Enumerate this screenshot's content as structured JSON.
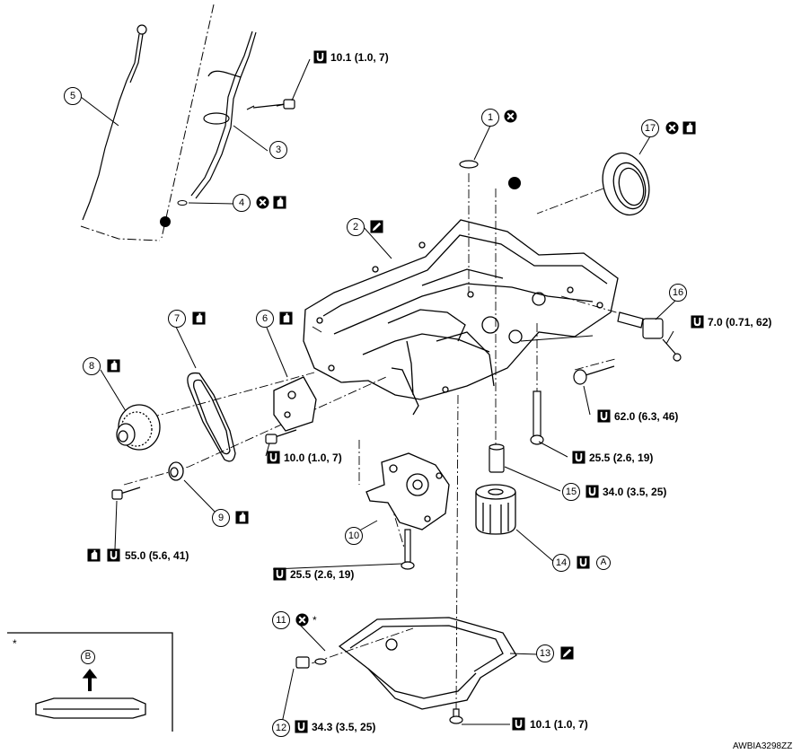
{
  "callouts": {
    "c1": "1",
    "c2": "2",
    "c3": "3",
    "c4": "4",
    "c5": "5",
    "c6": "6",
    "c7": "7",
    "c8": "8",
    "c9": "9",
    "c10": "10",
    "c11": "11",
    "c12": "12",
    "c13": "13",
    "c14": "14",
    "c15": "15",
    "c16": "16",
    "c17": "17"
  },
  "torques": {
    "t_tube_bolt": "10.1 (1.0, 7)",
    "t_sensor_bolt": "7.0 (0.71, 62)",
    "t_pan_bolt_long": "62.0 (6.3, 46)",
    "t_pan_bolt_upper": "25.5 (2.6, 19)",
    "t_connector": "34.0 (3.5, 25)",
    "t_bracket_bolt": "10.0 (1.0, 7)",
    "t_sprocket_bolt": "55.0 (5.6, 41)",
    "t_pump_bolt": "25.5 (2.6, 19)",
    "t_drain_plug": "34.3 (3.5, 25)",
    "t_lower_pan_bolt": "10.1 (1.0, 7)"
  },
  "marks": {
    "ref_a": "A",
    "ref_b": "B",
    "asterisk_11": "*",
    "inset_asterisk": "*"
  },
  "figure_code": "AWBIA3298ZZ",
  "icons": [
    "torque-icon",
    "do-not-reuse-icon",
    "oil-can-icon",
    "sealant-icon",
    "blackdot-marker"
  ]
}
